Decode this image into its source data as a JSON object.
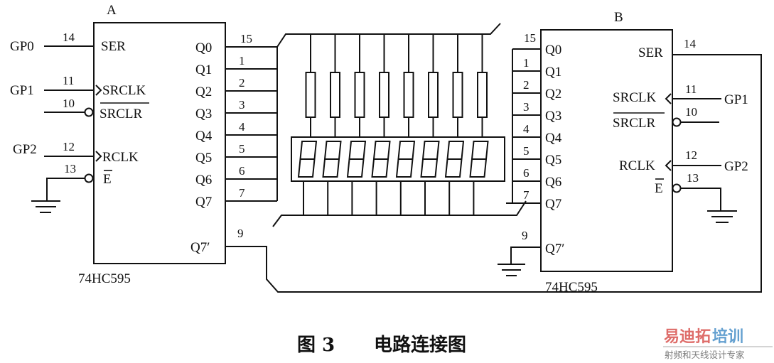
{
  "figure": {
    "caption_number": "图 3",
    "caption_title": "电路连接图"
  },
  "chip_a": {
    "label": "A",
    "part": "74HC595",
    "inputs": [
      {
        "signal": "GP0",
        "pin": "14",
        "name": "SER",
        "type": "plain"
      },
      {
        "signal": "GP1",
        "pin": "11",
        "name": "SRCLK",
        "type": "clock"
      },
      {
        "signal": "",
        "pin": "10",
        "name": "SRCLR",
        "type": "inverted",
        "overbar": true
      },
      {
        "signal": "GP2",
        "pin": "12",
        "name": "RCLK",
        "type": "clock"
      },
      {
        "signal": "GND",
        "pin": "13",
        "name": "E",
        "type": "inverted",
        "overbar": true
      }
    ],
    "outputs": [
      {
        "name": "Q0",
        "pin": "15"
      },
      {
        "name": "Q1",
        "pin": "1"
      },
      {
        "name": "Q2",
        "pin": "2"
      },
      {
        "name": "Q3",
        "pin": "3"
      },
      {
        "name": "Q4",
        "pin": "4"
      },
      {
        "name": "Q5",
        "pin": "5"
      },
      {
        "name": "Q6",
        "pin": "6"
      },
      {
        "name": "Q7",
        "pin": "7"
      }
    ],
    "cascade_out": {
      "name": "Q7′",
      "pin": "9"
    }
  },
  "chip_b": {
    "label": "B",
    "part": "74HC595",
    "inputs": [
      {
        "signal": "Q7′(A)",
        "pin": "14",
        "name": "SER",
        "type": "plain"
      },
      {
        "signal": "GP1",
        "pin": "11",
        "name": "SRCLK",
        "type": "clock"
      },
      {
        "signal": "",
        "pin": "10",
        "name": "SRCLR",
        "type": "inverted",
        "overbar": true
      },
      {
        "signal": "GP2",
        "pin": "12",
        "name": "RCLK",
        "type": "clock"
      },
      {
        "signal": "GND",
        "pin": "13",
        "name": "E",
        "type": "inverted",
        "overbar": true
      }
    ],
    "outputs": [
      {
        "name": "Q0",
        "pin": "15"
      },
      {
        "name": "Q1",
        "pin": "1"
      },
      {
        "name": "Q2",
        "pin": "2"
      },
      {
        "name": "Q3",
        "pin": "3"
      },
      {
        "name": "Q4",
        "pin": "4"
      },
      {
        "name": "Q5",
        "pin": "5"
      },
      {
        "name": "Q6",
        "pin": "6"
      },
      {
        "name": "Q7",
        "pin": "7"
      }
    ],
    "cascade_out": {
      "name": "Q7′",
      "pin": "9",
      "connection": "GND"
    }
  },
  "display": {
    "digit_count": 8,
    "resistor_count": 8
  },
  "watermark": {
    "brand_part1": "易迪拓",
    "brand_part2": "培训",
    "slogan": "射频和天线设计专家",
    "color_red": "#d9534f",
    "color_blue": "#4a90c8"
  }
}
